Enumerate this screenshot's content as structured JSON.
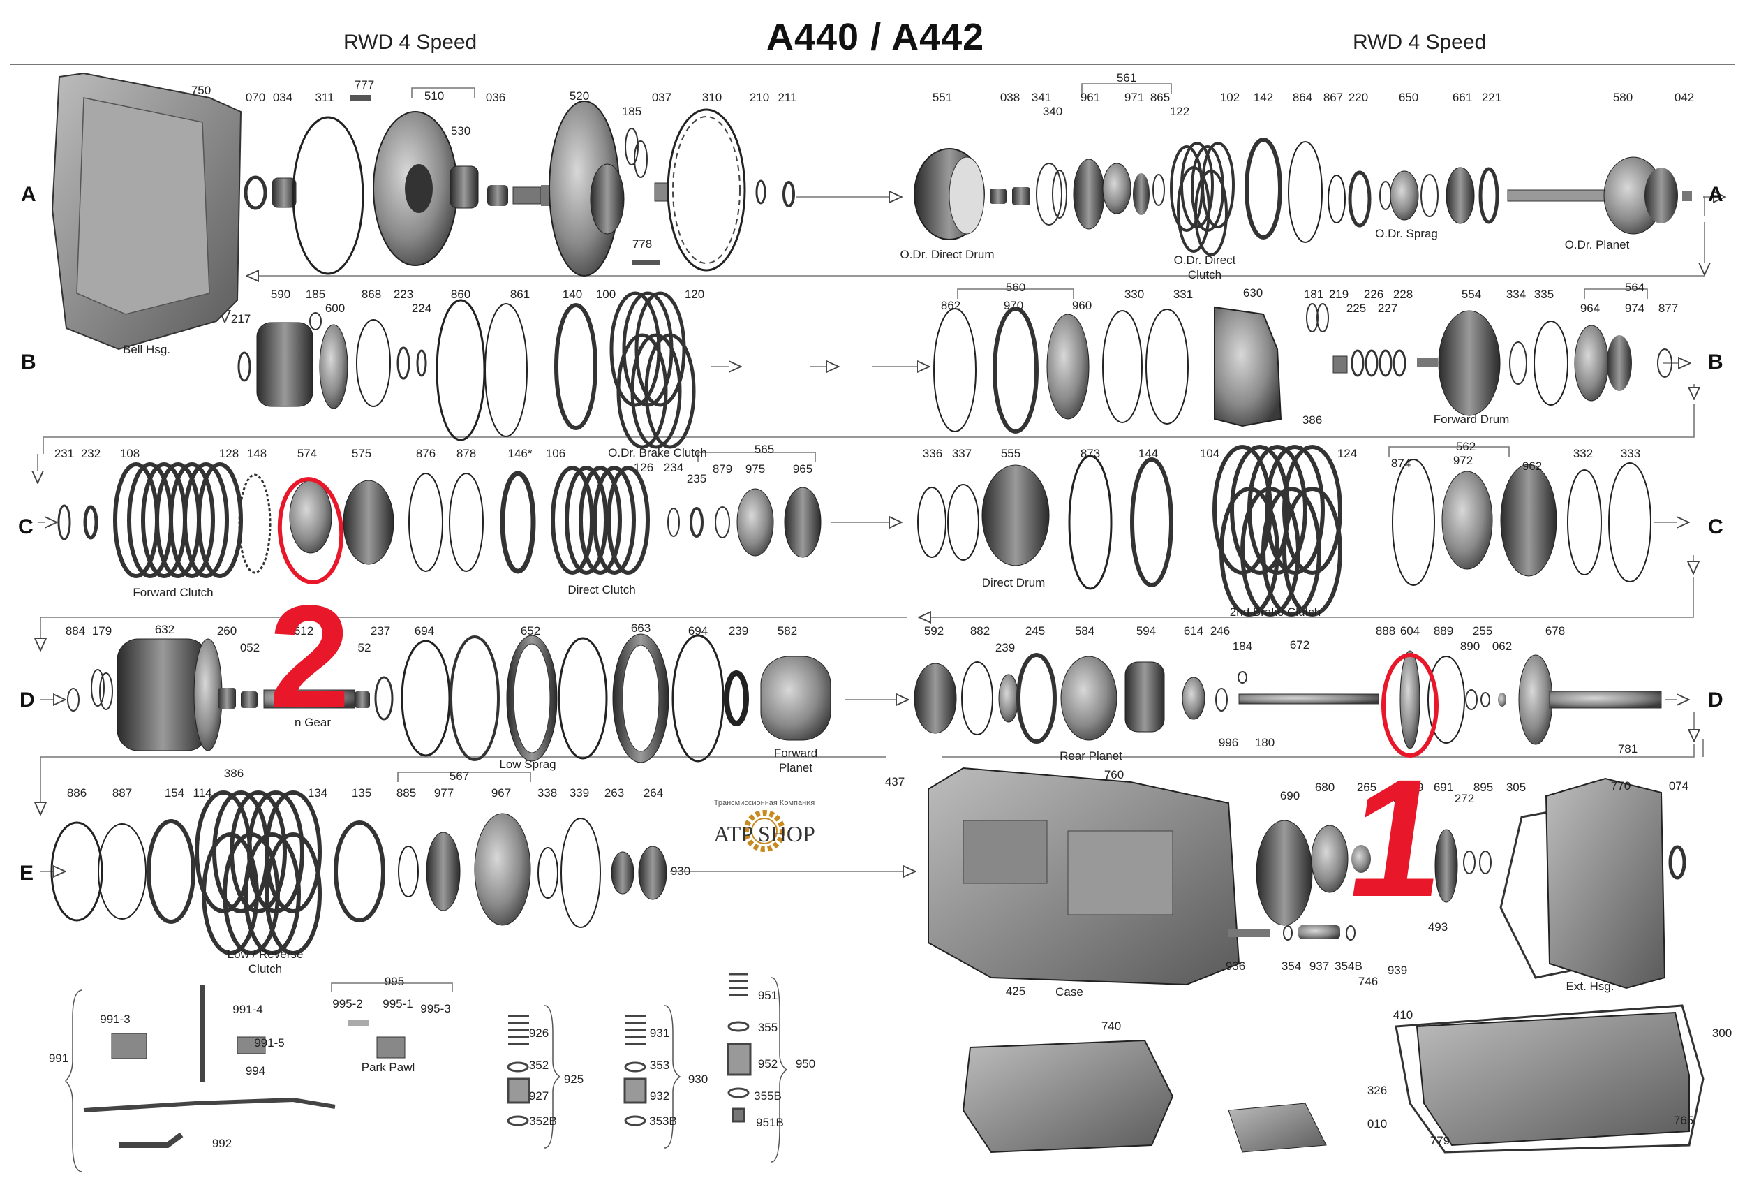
{
  "header": {
    "left": "RWD 4 Speed",
    "title": "A440 / A442",
    "right": "RWD 4 Speed"
  },
  "rows": [
    "A",
    "B",
    "C",
    "D",
    "E"
  ],
  "part_numbers": [
    "750",
    "070",
    "034",
    "311",
    "777",
    "510",
    "530",
    "036",
    "520",
    "185",
    "037",
    "310",
    "210",
    "211",
    "778",
    "551",
    "038",
    "341",
    "340",
    "561",
    "961",
    "971",
    "865",
    "122",
    "102",
    "142",
    "864",
    "867",
    "220",
    "650",
    "661",
    "221",
    "580",
    "042",
    "217",
    "590",
    "185",
    "600",
    "868",
    "223",
    "224",
    "860",
    "861",
    "140",
    "100",
    "120",
    "560",
    "862",
    "970",
    "960",
    "330",
    "331",
    "630",
    "181",
    "219",
    "225",
    "226",
    "227",
    "228",
    "554",
    "334",
    "335",
    "564",
    "964",
    "974",
    "877",
    "386",
    "231",
    "232",
    "108",
    "128",
    "148",
    "574",
    "575",
    "876",
    "878",
    "146*",
    "106",
    "126",
    "234",
    "235",
    "565",
    "879",
    "975",
    "965",
    "336",
    "337",
    "555",
    "873",
    "144",
    "104",
    "124",
    "562",
    "874",
    "972",
    "962",
    "332",
    "333",
    "884",
    "179",
    "632",
    "260",
    "052",
    "612",
    "52",
    "237",
    "694",
    "652",
    "663",
    "694",
    "239",
    "582",
    "592",
    "882",
    "239",
    "245",
    "584",
    "594",
    "614",
    "246",
    "184",
    "672",
    "888",
    "604",
    "889",
    "255",
    "890",
    "062",
    "678",
    "386",
    "996",
    "180",
    "781",
    "437",
    "760",
    "770",
    "074",
    "886",
    "887",
    "154",
    "114",
    "134",
    "135",
    "567",
    "885",
    "977",
    "967",
    "338",
    "339",
    "263",
    "264",
    "690",
    "680",
    "265",
    "269",
    "89",
    "691",
    "272",
    "895",
    "305",
    "930",
    "493",
    "936",
    "354",
    "937",
    "354B",
    "746",
    "939",
    "995",
    "991-3",
    "991-4",
    "995-2",
    "995-1",
    "995-3",
    "991-5",
    "991",
    "994",
    "992",
    "926",
    "352",
    "927",
    "352B",
    "925",
    "931",
    "353",
    "932",
    "353B",
    "930",
    "951",
    "355",
    "952",
    "355B",
    "951B",
    "950",
    "425",
    "740",
    "410",
    "326",
    "010",
    "779",
    "765",
    "300"
  ],
  "captions": {
    "bell_hsg": "Bell Hsg.",
    "od_direct_drum": "O.Dr. Direct Drum",
    "od_direct_clutch": "O.Dr. Direct\nClutch",
    "od_sprag": "O.Dr. Sprag",
    "od_planet": "O.Dr. Planet",
    "od_brake_clutch": "O.Dr. Brake Clutch",
    "forward_drum": "Forward Drum",
    "forward_clutch": "Forward Clutch",
    "direct_clutch": "Direct Clutch",
    "direct_drum": "Direct Drum",
    "second_brake_clutch": "2nd Brake Clutch",
    "sun_gear": "n Gear",
    "low_sprag": "Low Sprag",
    "forward_planet": "Forward\nPlanet",
    "rear_planet": "Rear Planet",
    "low_reverse_clutch": "Low / Reverse\nClutch",
    "case": "Case",
    "ext_hsg": "Ext. Hsg.",
    "park_pawl": "Park Pawl"
  },
  "logo": {
    "arc_text": "Трансмиссионная Компания",
    "name": "ATP SHOP"
  },
  "annotations": {
    "mark_1": "1",
    "mark_2": "2",
    "mark_color": "#e8182a"
  }
}
